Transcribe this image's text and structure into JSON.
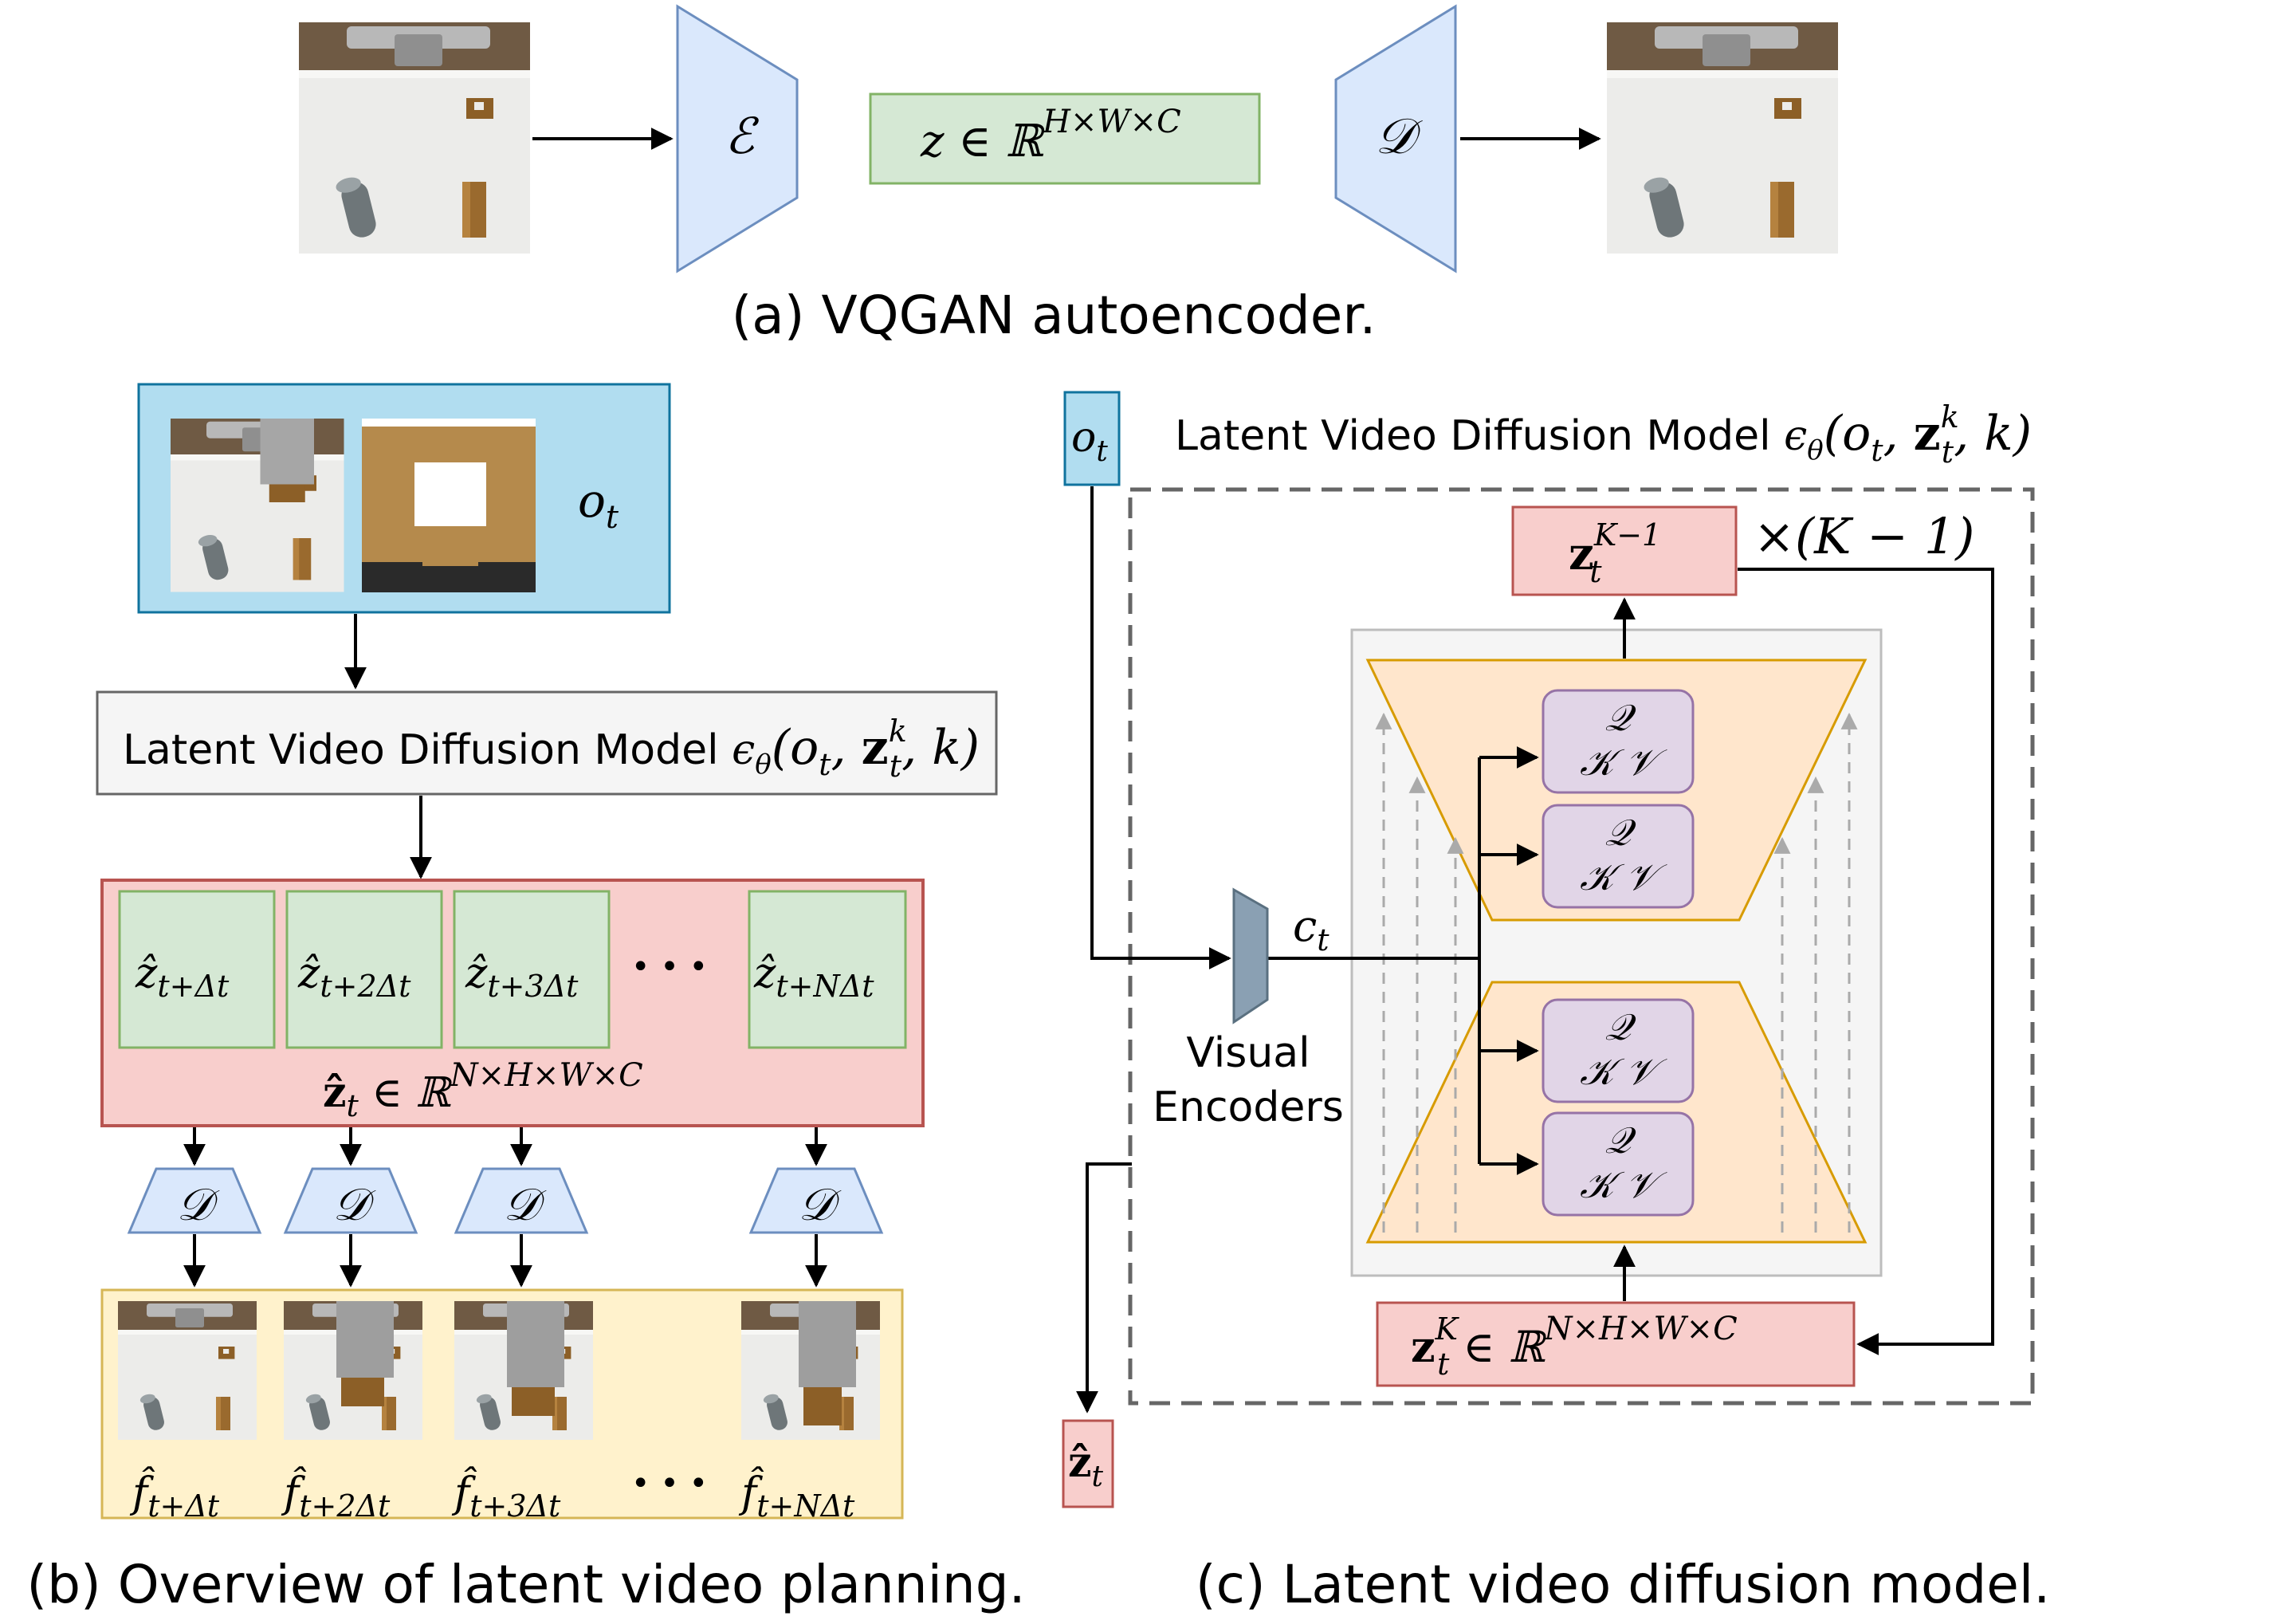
{
  "panel_a": {
    "caption": "(a) VQGAN autoencoder.",
    "encoder_symbol": "ℰ",
    "latent_label": "z ∈ ℝ",
    "latent_sup": "H×W×C",
    "decoder_symbol": "𝒟"
  },
  "panel_b": {
    "caption": "(b) Overview of latent video planning.",
    "obs_label_main": "o",
    "obs_label_sub": "t",
    "model_label_text": "Latent Video Diffusion Model ",
    "model_label_eps": "ϵ",
    "model_label_eps_sub": "θ",
    "model_label_args_open": "(o",
    "model_label_args_t": "t",
    "model_label_z": "z",
    "model_label_z_sup": "k",
    "model_label_z_sub": "t",
    "model_label_args_close": ", k)",
    "latent_tiles": [
      {
        "main": "ẑ",
        "sub": "t+Δt"
      },
      {
        "main": "ẑ",
        "sub": "t+2Δt"
      },
      {
        "main": "ẑ",
        "sub": "t+3Δt"
      },
      {
        "main": "ẑ",
        "sub": "t+NΔt"
      }
    ],
    "ellipsis": "• • •",
    "latent_stack_main": "ẑ",
    "latent_stack_sub": "t",
    "latent_stack_rest": " ∈ ℝ",
    "latent_stack_sup": "N×H×W×C",
    "decoder_symbol": "𝒟",
    "frames": [
      {
        "main": "f̂",
        "sub": "t+Δt"
      },
      {
        "main": "f̂",
        "sub": "t+2Δt"
      },
      {
        "main": "f̂",
        "sub": "t+3Δt"
      },
      {
        "main": "f̂",
        "sub": "t+NΔt"
      }
    ]
  },
  "panel_c": {
    "caption": "(c) Latent video diffusion model.",
    "obs_main": "o",
    "obs_sub": "t",
    "title_text": "Latent Video Diffusion Model ",
    "title_eps": "ϵ",
    "title_eps_sub": "θ",
    "title_args_open": "(o",
    "title_args_t": "t",
    "title_z": "z",
    "title_z_sup": "k",
    "title_z_sub": "t",
    "title_args_close": ", k)",
    "out_main": "z",
    "out_sup": "K−1",
    "out_sub": "t",
    "repeat_label": "×(K − 1)",
    "cond_main": "c",
    "cond_sub": "t",
    "visual_encoder_line1": "Visual",
    "visual_encoder_line2": "Encoders",
    "attn_q": "𝒬",
    "attn_kv": "𝒦  𝒱",
    "in_main": "z",
    "in_sup": "K",
    "in_sub": "t",
    "in_rest": " ∈ ℝ",
    "in_rest_sup": "N×H×W×C",
    "result_main": "ẑ",
    "result_sub": "t"
  },
  "colors": {
    "green_fill": "#d5e8d4",
    "green_stroke": "#82b366",
    "blue_fill": "#dae8fc",
    "blue_stroke": "#6c8ebf",
    "obs_fill": "#b1ddf0",
    "obs_stroke": "#10739e",
    "red_fill": "#f8cecc",
    "red_stroke": "#b85450",
    "yellow_fill": "#fff2cc",
    "yellow_stroke": "#d6b656",
    "orange_fill": "#ffe6cc",
    "orange_stroke": "#d79b00",
    "purple_fill": "#e1d5e7",
    "purple_stroke": "#9673a6",
    "gray_fill": "#f5f5f5",
    "gray_stroke": "#666666",
    "encoder_fill": "#8aa0b3"
  }
}
